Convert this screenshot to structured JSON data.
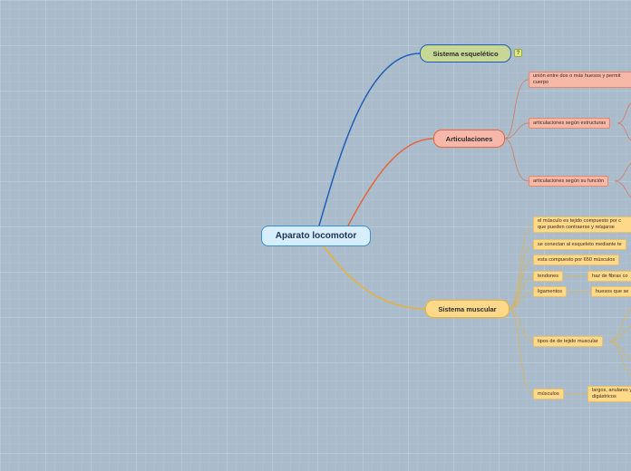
{
  "mindmap": {
    "central": "Aparato locomotor",
    "branches": {
      "esqueletico": {
        "label": "Sistema esquelético",
        "note_icon": "?",
        "color": "#1f5fb8"
      },
      "articulaciones": {
        "label": "Articulaciones",
        "color": "#e2663e",
        "children": [
          "unión entre dos o más huesos y permit cuerpo",
          "articulaciones según estructuras",
          "articulaciones según su función"
        ]
      },
      "muscular": {
        "label": "Sistema muscular",
        "color": "#e9b237",
        "children": [
          "el músculo es tejido compuesto por c que pueden contraerse y relajarse",
          "se conectan al esqueleto mediante te",
          "esta compuesto por 650 músculos",
          "tendones",
          "ligamentos",
          "tipos de de tejido muscular",
          "músculos"
        ],
        "grandchildren": {
          "tendones": "haz de fibras co",
          "ligamentos": "huesos que se",
          "musculos": "largos, anulares y digástricos"
        }
      }
    }
  }
}
